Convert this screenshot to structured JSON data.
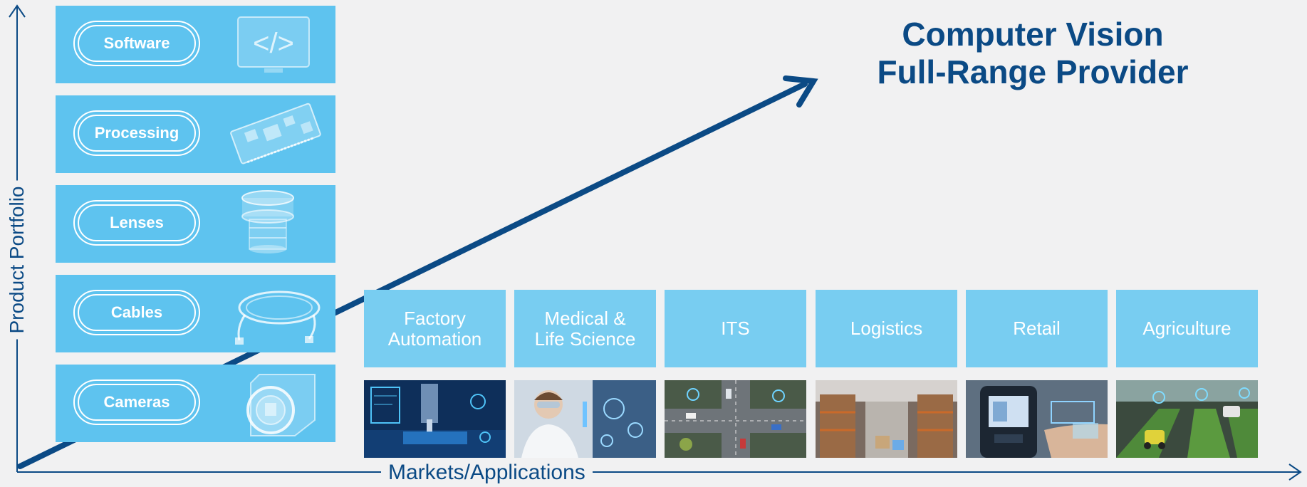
{
  "title": {
    "line1": "Computer Vision",
    "line2": "Full-Range Provider"
  },
  "axes": {
    "y_label": "Product Portfolio",
    "x_label": "Markets/Applications"
  },
  "products": [
    {
      "label": "Software",
      "icon": "code-brackets-icon"
    },
    {
      "label": "Processing",
      "icon": "circuit-board-icon"
    },
    {
      "label": "Lenses",
      "icon": "lens-icon"
    },
    {
      "label": "Cables",
      "icon": "cable-icon"
    },
    {
      "label": "Cameras",
      "icon": "camera-icon"
    }
  ],
  "markets": [
    {
      "line1": "Factory",
      "line2": "Automation",
      "image": "factory-automation-image"
    },
    {
      "line1": "Medical &",
      "line2": "Life Science",
      "image": "medical-life-science-image"
    },
    {
      "line1": "ITS",
      "line2": "",
      "image": "its-traffic-image"
    },
    {
      "line1": "Logistics",
      "line2": "",
      "image": "logistics-warehouse-image"
    },
    {
      "line1": "Retail",
      "line2": "",
      "image": "retail-kiosk-image"
    },
    {
      "line1": "Agriculture",
      "line2": "",
      "image": "agriculture-field-image"
    }
  ],
  "colors": {
    "product_box": "#5ec3ef",
    "market_box": "#78cdf1",
    "navy": "#0b4a85",
    "background": "#f1f1f2"
  }
}
